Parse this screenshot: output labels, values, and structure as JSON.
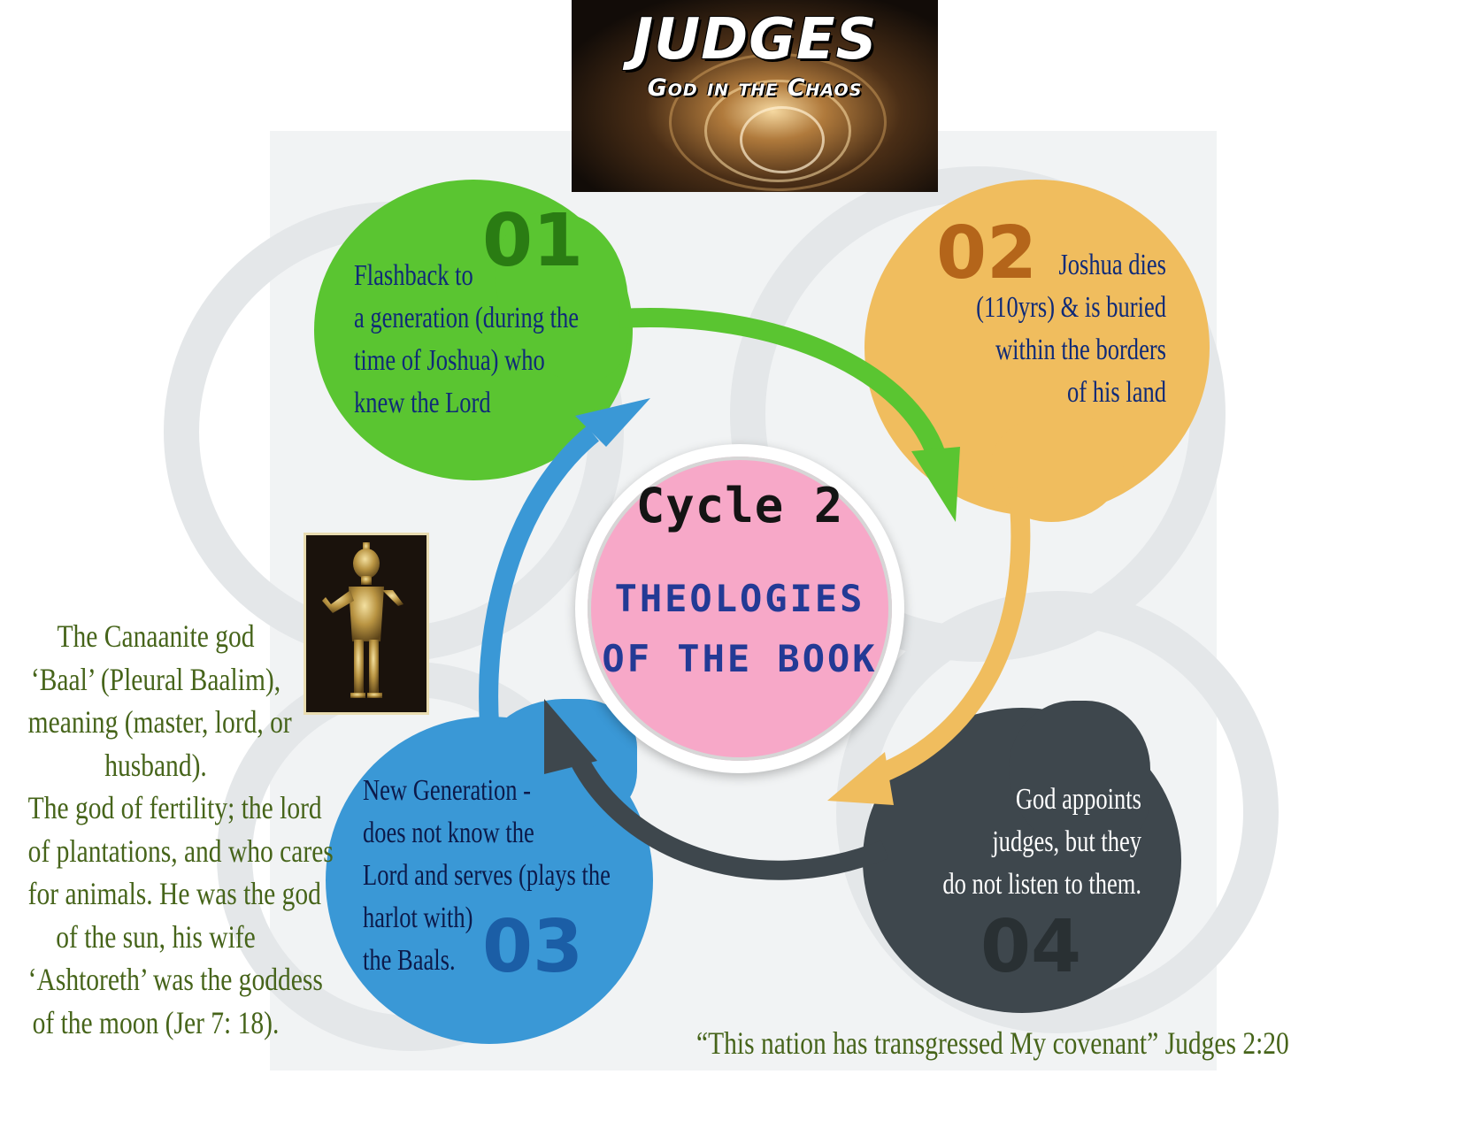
{
  "banner": {
    "title": "JUDGES",
    "subtitle": "God in the Chaos"
  },
  "center": {
    "title": "Cycle 2",
    "line1": "THEOLOGIES",
    "line2": "OF THE BOOK"
  },
  "steps": [
    {
      "number": "01",
      "color": "#5ac531",
      "lines": [
        "Flashback to",
        "a generation (during the",
        "time of Joshua) who",
        "knew the Lord"
      ]
    },
    {
      "number": "02",
      "color": "#f0bd5e",
      "lines": [
        "Joshua dies",
        "(110yrs) & is buried",
        "within the borders",
        "of his land"
      ]
    },
    {
      "number": "03",
      "color": "#3a98d6",
      "lines": [
        "New Generation -",
        "does not know the",
        "Lord and serves (plays the",
        "harlot with)",
        "the Baals."
      ]
    },
    {
      "number": "04",
      "color": "#3e474d",
      "lines": [
        "God appoints",
        "judges, but they",
        "do not listen to them."
      ]
    }
  ],
  "side_note": {
    "lines": [
      "The Canaanite god",
      "‘Baal’ (Pleural Baalim),",
      "meaning (master, lord, or",
      "husband).",
      "The god of fertility; the lord",
      "of plantations, and who cares",
      "for animals. He was the god",
      "of the sun, his wife",
      "‘Ashtoreth’ was the goddess",
      "of the moon (Jer 7: 18)."
    ]
  },
  "quote": "“This nation has transgressed My covenant” Judges 2:20",
  "colors": {
    "green": "#5ac531",
    "orange": "#f0bd5e",
    "blue": "#3a98d6",
    "dark": "#3e474d",
    "pink": "#f7a8c8",
    "text_blue": "#0f2a78",
    "olive": "#46641a"
  }
}
